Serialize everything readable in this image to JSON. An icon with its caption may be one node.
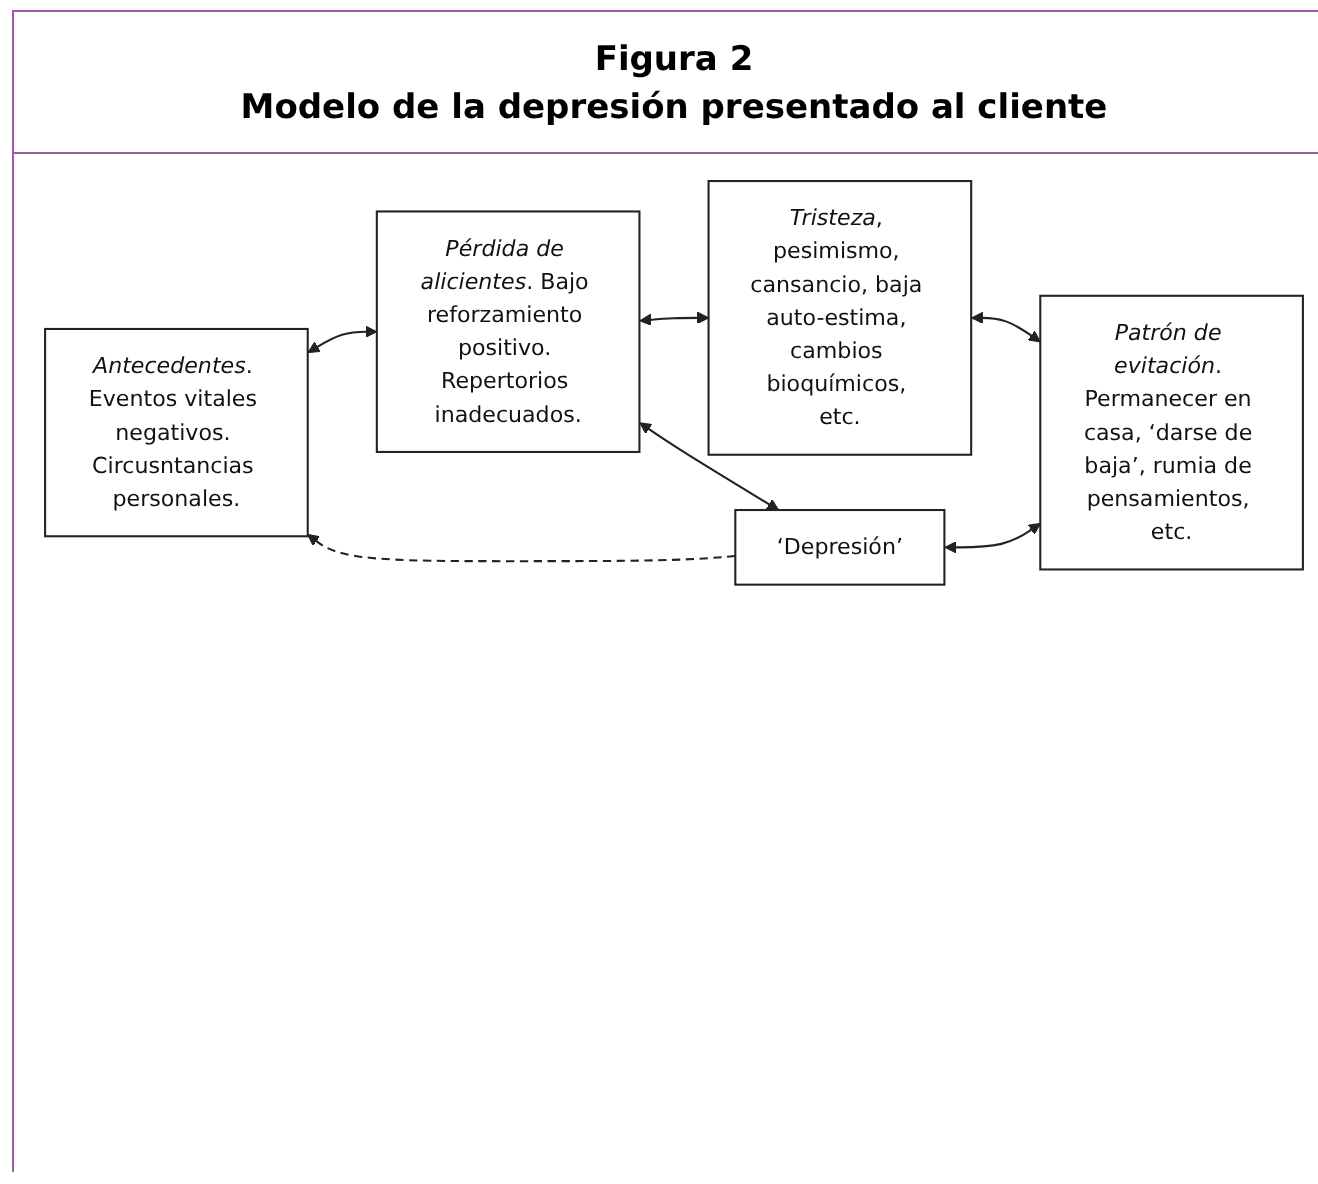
{
  "diagram": {
    "title": "Figura 2",
    "caption": "Modelo de la depresión presentado al cliente",
    "nodes": [
      {
        "text": [
          "*Antecedentes*. Eventos vitales negativos. Circusntancias personales."
        ]
      },
      {
        "text": [
          "*Pérdida de alicientes*. Bajo reforzamiento positivo. Repertorios inadecuados."
        ]
      },
      {
        "text": [
          "*Tristeza*, pesimismo, cansancio, baja auto-estima, cambios bioquímicos, etc."
        ]
      },
      {
        "text": [
          "‘Depresión’"
        ]
      },
      {
        "text": [
          "*Patrón de evitación*. Permanecer en casa, ‘darse de baja’, rumia de pensamientos, etc."
        ]
      }
    ],
    "edges": [
      {
        "from": 0,
        "to": 1,
        "arrow": "both"
      },
      {
        "from": 1,
        "to": 2,
        "arrow": "both"
      },
      {
        "from": 1,
        "to": 3,
        "arrow": "both"
      },
      {
        "from": 2,
        "to": 4,
        "arrow": "both"
      },
      {
        "from": 3,
        "to": 4,
        "arrow": "both"
      },
      {
        "from": 3,
        "to": 0,
        "arrow": "to",
        "style": "dashed"
      }
    ]
  }
}
